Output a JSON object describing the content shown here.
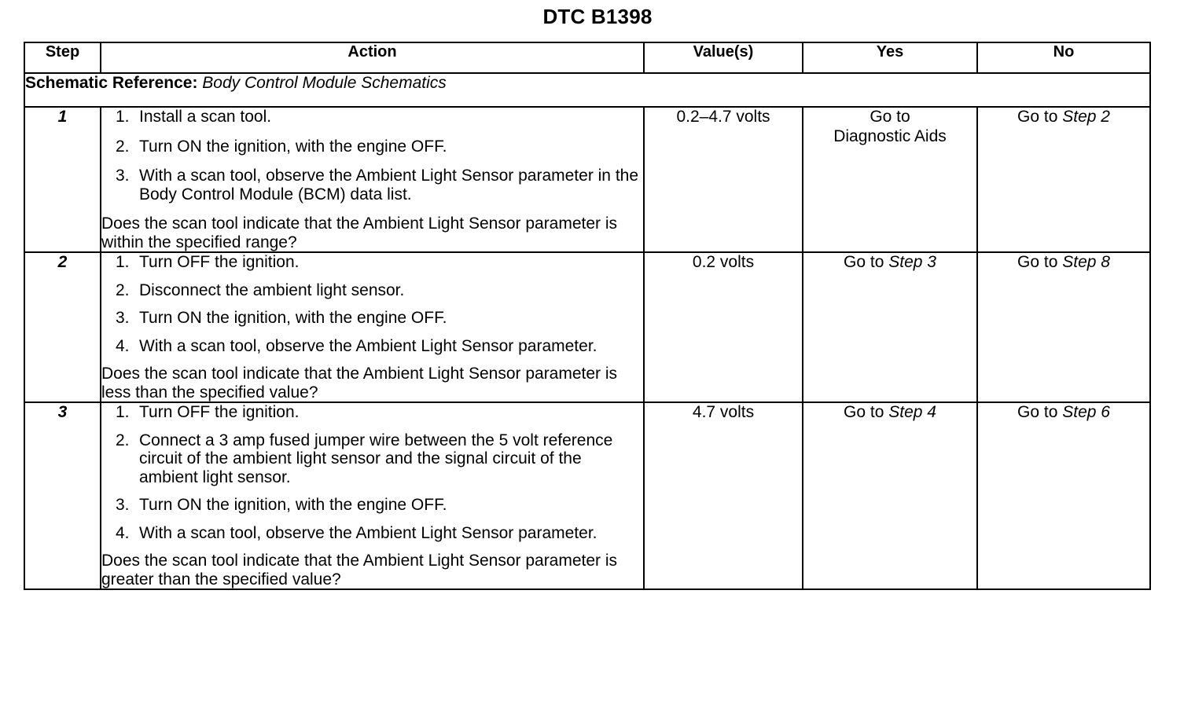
{
  "document": {
    "title": "DTC B1398"
  },
  "table": {
    "headers": {
      "step": "Step",
      "action": "Action",
      "value": "Value(s)",
      "yes": "Yes",
      "no": "No"
    },
    "schematic": {
      "label": "Schematic Reference:",
      "value": "Body Control Module Schematics"
    },
    "rows": [
      {
        "step": "1",
        "instructions": [
          {
            "num": "1.",
            "text": "Install a scan tool."
          },
          {
            "num": "2.",
            "text": "Turn ON the ignition, with the engine OFF."
          },
          {
            "num": "3.",
            "text": "With a scan tool, observe the Ambient Light Sensor parameter in the Body Control Module (BCM) data list."
          }
        ],
        "question": "Does the scan tool indicate that the Ambient Light Sensor parameter is within the specified range?",
        "value": "0.2–4.7 volts",
        "yes": {
          "lead": "Go to",
          "target": "Diagnostic Aids",
          "target_italic": false,
          "two_line": true
        },
        "no": {
          "lead": "Go to",
          "target": "Step 2",
          "target_italic": true,
          "two_line": false
        }
      },
      {
        "step": "2",
        "instructions": [
          {
            "num": "1.",
            "text": "Turn OFF the ignition."
          },
          {
            "num": "2.",
            "text": "Disconnect the ambient light sensor."
          },
          {
            "num": "3.",
            "text": "Turn ON the ignition, with the engine OFF."
          },
          {
            "num": "4.",
            "text": "With a scan tool, observe the Ambient Light Sensor parameter."
          }
        ],
        "question": "Does the scan tool indicate that the Ambient Light Sensor parameter is less than the specified value?",
        "value": "0.2 volts",
        "yes": {
          "lead": "Go to",
          "target": "Step 3",
          "target_italic": true,
          "two_line": false
        },
        "no": {
          "lead": "Go to",
          "target": "Step 8",
          "target_italic": true,
          "two_line": false
        }
      },
      {
        "step": "3",
        "instructions": [
          {
            "num": "1.",
            "text": "Turn OFF the ignition."
          },
          {
            "num": "2.",
            "text": "Connect a 3 amp fused jumper wire between the 5 volt reference circuit of the ambient light sensor and the signal circuit of the ambient light sensor."
          },
          {
            "num": "3.",
            "text": "Turn ON the ignition, with the engine OFF."
          },
          {
            "num": "4.",
            "text": "With a scan tool, observe the Ambient Light Sensor parameter."
          }
        ],
        "question": "Does the scan tool indicate that the Ambient Light Sensor parameter is greater than the specified value?",
        "value": "4.7 volts",
        "yes": {
          "lead": "Go to",
          "target": "Step 4",
          "target_italic": true,
          "two_line": false
        },
        "no": {
          "lead": "Go to",
          "target": "Step 6",
          "target_italic": true,
          "two_line": false
        }
      }
    ]
  },
  "colors": {
    "ink": "#000000",
    "paper": "#ffffff"
  }
}
